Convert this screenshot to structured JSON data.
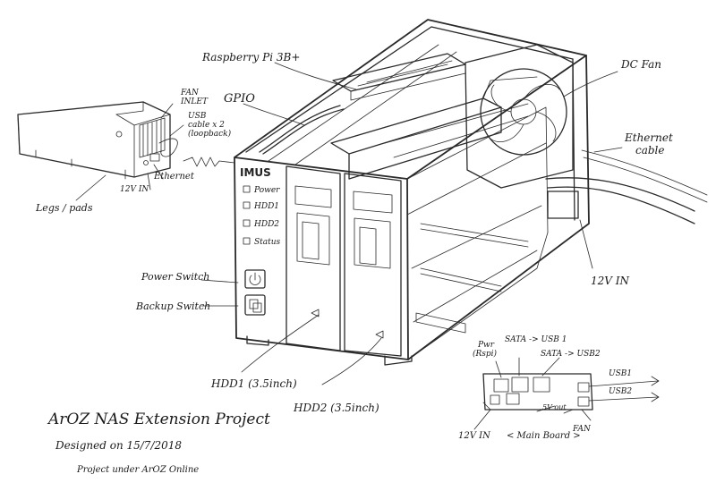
{
  "title": "ArOZ NAS Extension Project",
  "designed_on": "Designed on 15/7/2018",
  "project_under": "Project under ArOZ Online",
  "front_panel": {
    "brand": "IMUS",
    "indicators": [
      "Power",
      "HDD1",
      "HDD2",
      "Status"
    ]
  },
  "labels": {
    "raspberry": "Raspberry Pi 3B+",
    "gpio": "GPIO",
    "dc_fan": "DC Fan",
    "ethernet_cable": "Ethernet\ncable",
    "power_in": "12V IN",
    "power_switch": "Power Switch",
    "backup_switch": "Backup Switch",
    "hdd1": "HDD1 (3.5inch)",
    "hdd2": "HDD2 (3.5inch)",
    "legs": "Legs / pads",
    "fan_inlet": "FAN\nINLET",
    "usb_cable": "USB\ncable x 2\n(loopback)",
    "ethernet_rear": "Ethernet",
    "rear_12v": "12V IN"
  },
  "mainboard": {
    "caption": "< Main Board >",
    "pwr": "Pwr\n(Rspi)",
    "sata_usb1": "SATA -> USB 1",
    "sata_usb2": "SATA -> USB2",
    "usb1": "USB1",
    "usb2": "USB2",
    "out_5v": "5V out",
    "in_12v": "12V IN",
    "fan": "FAN"
  }
}
